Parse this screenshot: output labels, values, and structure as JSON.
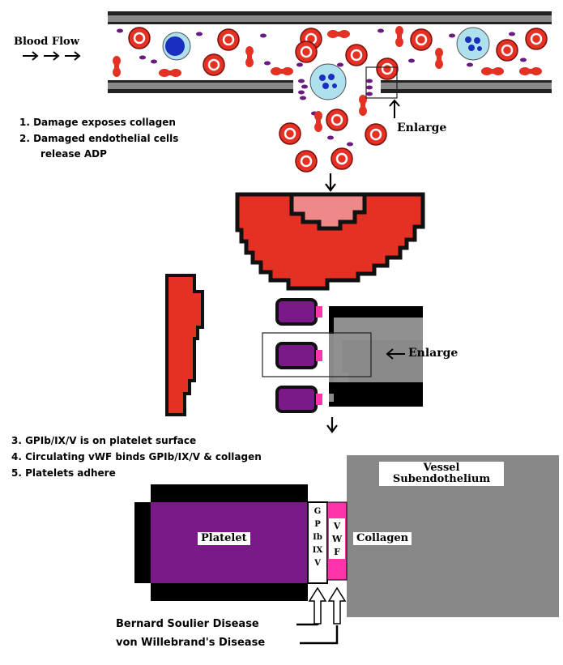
{
  "vessel": {
    "flow_label": "Blood Flow",
    "enlarge_label_1": "Enlarge"
  },
  "steps_a": [
    "1. Damage exposes collagen",
    "2. Damaged endothelial cells",
    "release ADP"
  ],
  "middle": {
    "enlarge_label_2": "Enlarge"
  },
  "steps_b": [
    "3. GPIb/IX/V is on platelet surface",
    "4. Circulating vWF binds GPIb/IX/V & collagen",
    "5. Platelets adhere"
  ],
  "detail": {
    "vessel_label_line1": "Vessel",
    "vessel_label_line2": "Subendothelium",
    "platelet_label": "Platelet",
    "collagen_label": "Collagen",
    "gp_receptor_letters": [
      "G",
      "P",
      "Ib",
      "IX",
      "V"
    ],
    "vwf_letters": [
      "V",
      "W",
      "F"
    ]
  },
  "diseases": [
    "Bernard Soulier Disease",
    "von Willebrand's Disease"
  ],
  "colors": {
    "rbc": "#e53024",
    "platelet": "#7a1a86",
    "vwf": "#ff33aa",
    "collagen": "#8a8a8a",
    "wbc_light": "#aee0ee",
    "wbc_dark": "#1a2ec0"
  }
}
